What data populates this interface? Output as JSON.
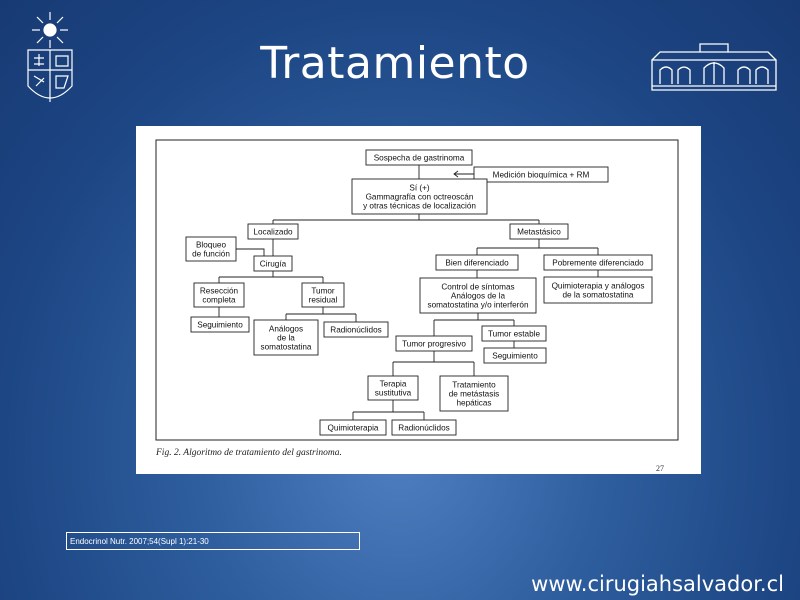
{
  "slide": {
    "title": "Tratamiento",
    "citation": "Endocrinol Nutr. 2007;54(Supl 1):21-30",
    "website": "www.cirugiahsalvador.cl"
  },
  "figure": {
    "caption": "Fig. 2. Algoritmo de tratamiento del gastrinoma.",
    "page_number": "27"
  },
  "diagram": {
    "nodes": [
      {
        "id": "sospecha",
        "lines": [
          "Sospecha de gastrinoma"
        ]
      },
      {
        "id": "medicion",
        "lines": [
          "Medición bioquímica + RM"
        ]
      },
      {
        "id": "gammagrafia",
        "lines": [
          "Sí (+)",
          "Gammagrafía con octreoscán",
          "y otras técnicas de localización"
        ]
      },
      {
        "id": "localizado",
        "lines": [
          "Localizado"
        ]
      },
      {
        "id": "metastasico",
        "lines": [
          "Metastásico"
        ]
      },
      {
        "id": "bloqueo",
        "lines": [
          "Bloqueo",
          "de función"
        ]
      },
      {
        "id": "cirugia",
        "lines": [
          "Cirugía"
        ]
      },
      {
        "id": "reseccion",
        "lines": [
          "Resección",
          "completa"
        ]
      },
      {
        "id": "tumor_residual",
        "lines": [
          "Tumor",
          "residual"
        ]
      },
      {
        "id": "seguimiento1",
        "lines": [
          "Seguimiento"
        ]
      },
      {
        "id": "analogos",
        "lines": [
          "Análogos",
          "de la",
          "somatostatina"
        ]
      },
      {
        "id": "radionuclidos1",
        "lines": [
          "Radionúclidos"
        ]
      },
      {
        "id": "bien_dif",
        "lines": [
          "Bien diferenciado"
        ]
      },
      {
        "id": "pobre_dif",
        "lines": [
          "Pobremente diferenciado"
        ]
      },
      {
        "id": "control",
        "lines": [
          "Control de síntomas",
          "Análogos de la",
          "somatostatina y/o interferón"
        ]
      },
      {
        "id": "quimio_analogos",
        "lines": [
          "Quimioterapia y análogos",
          "de la somatostatina"
        ]
      },
      {
        "id": "tumor_estable",
        "lines": [
          "Tumor estable"
        ]
      },
      {
        "id": "tumor_progresivo",
        "lines": [
          "Tumor progresivo"
        ]
      },
      {
        "id": "seguimiento2",
        "lines": [
          "Seguimiento"
        ]
      },
      {
        "id": "terapia",
        "lines": [
          "Terapia",
          "sustitutiva"
        ]
      },
      {
        "id": "tratamiento_met",
        "lines": [
          "Tratamiento",
          "de metástasis",
          "hepáticas"
        ]
      },
      {
        "id": "quimioterapia",
        "lines": [
          "Quimioterapia"
        ]
      },
      {
        "id": "radionuclidos2",
        "lines": [
          "Radionúclidos"
        ]
      }
    ]
  }
}
